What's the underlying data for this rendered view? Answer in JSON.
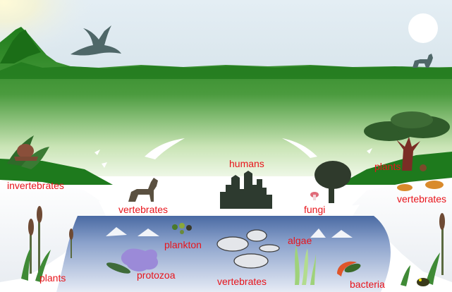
{
  "labels": {
    "invertebrates": "invertebrates",
    "vertebrates_land_left": "vertebrates",
    "humans": "humans",
    "fungi": "fungi",
    "plants_land_right": "plants",
    "vertebrates_land_right": "vertebrates",
    "plankton": "plankton",
    "algae": "algae",
    "plants_water": "plants",
    "protozoa": "protozoa",
    "vertebrates_water": "vertebrates",
    "bacteria": "bacteria"
  },
  "colors": {
    "label": "#e8141b",
    "sky": "#dce8ef",
    "forest_dark": "#1f7a1a",
    "forest_light": "#e6f3d6",
    "water_top": "#4f6fa7",
    "water_bottom": "#dbe3f1",
    "silhouette": "#2f3a33"
  }
}
